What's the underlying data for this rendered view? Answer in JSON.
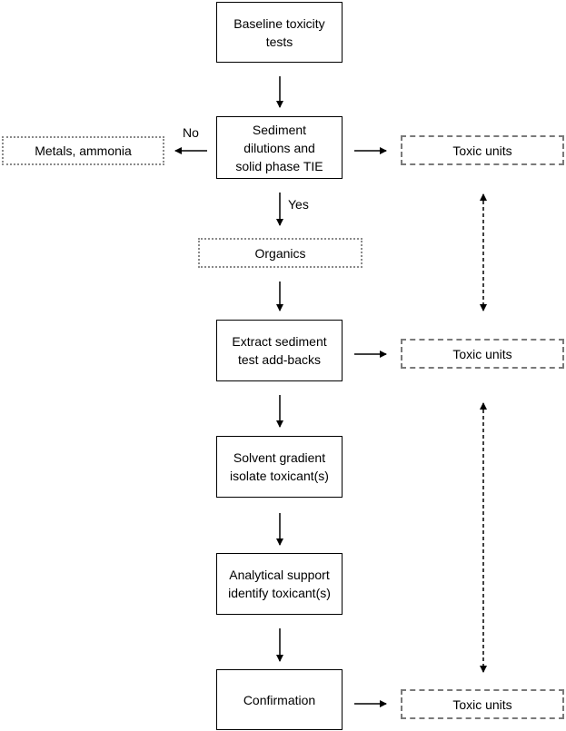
{
  "boxes": {
    "baseline": "Baseline toxicity\ntests",
    "dilutions": "Sediment\ndilutions and\nsolid phase TIE",
    "metals": "Metals, ammonia",
    "organics": "Organics",
    "extract": "Extract sediment\ntest add-backs",
    "solvent": "Solvent gradient\nisolate toxicant(s)",
    "analytical": "Analytical support\nidentify toxicant(s)",
    "confirmation": "Confirmation",
    "toxic_units_1": "Toxic units",
    "toxic_units_2": "Toxic units",
    "toxic_units_3": "Toxic units"
  },
  "labels": {
    "no": "No",
    "yes": "Yes"
  }
}
